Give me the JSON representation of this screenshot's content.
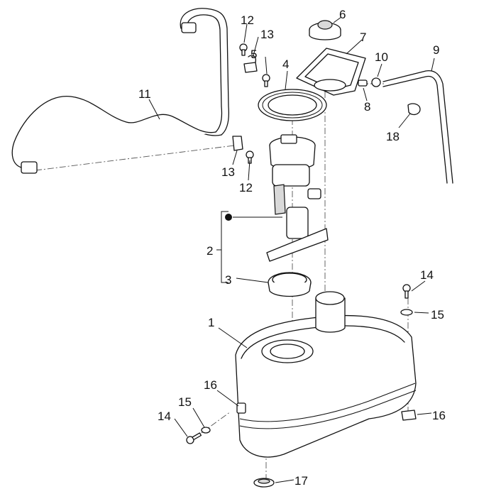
{
  "callouts": {
    "c1": "1",
    "c2": "2",
    "c3": "3",
    "c4": "4",
    "c5": "5",
    "c6": "6",
    "c7": "7",
    "c8": "8",
    "c9": "9",
    "c10": "10",
    "c11": "11",
    "c12a": "12",
    "c12b": "12",
    "c13a": "13",
    "c13b": "13",
    "c14a": "14",
    "c14b": "14",
    "c15a": "15",
    "c15b": "15",
    "c16a": "16",
    "c16b": "16",
    "c17": "17",
    "c18": "18"
  },
  "colors": {
    "line": "#111111",
    "background": "#ffffff",
    "shade": "#d9d9d9"
  }
}
